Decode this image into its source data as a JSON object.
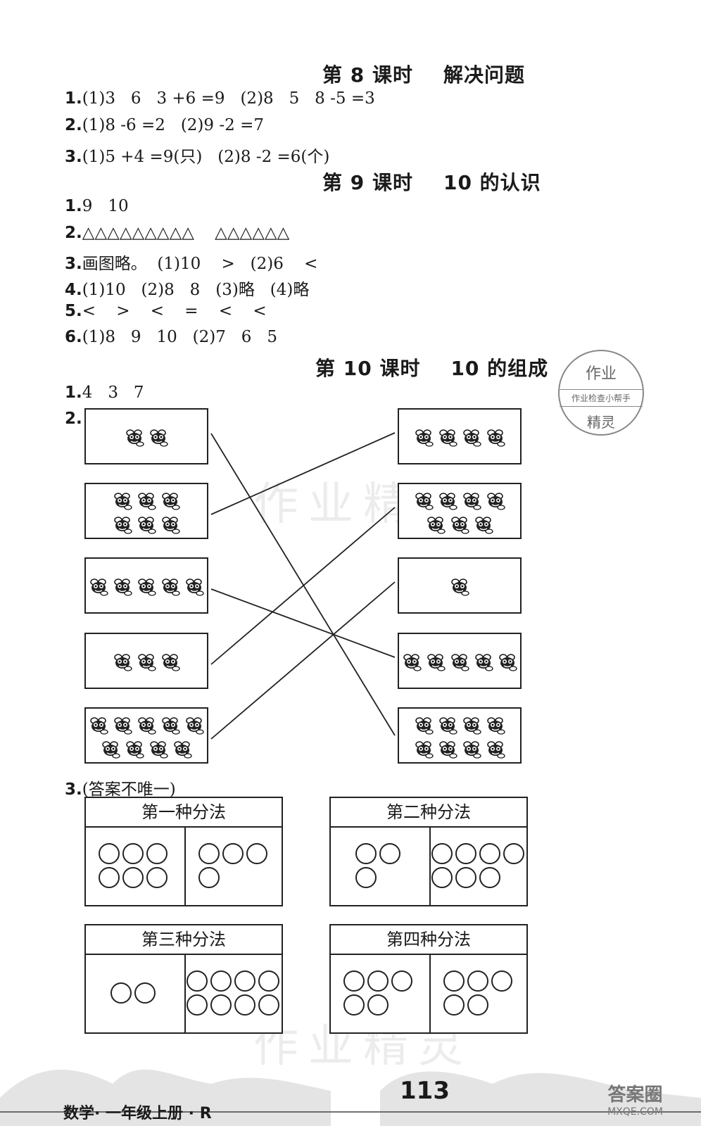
{
  "sections": [
    {
      "heading": "第 8 课时    解决问题",
      "lines": [
        {
          "num": "1.",
          "text": "(1)3   6   3 +6 =9   (2)8   5   8 -5 =3"
        },
        {
          "num": "2.",
          "text": "(1)8 -6 =2   (2)9 -2 =7"
        },
        {
          "num": "3.",
          "text": "(1)5 +4 =9(只)   (2)8 -2 =6(个)"
        }
      ]
    },
    {
      "heading": "第 9 课时    10 的认识",
      "lines": [
        {
          "num": "1.",
          "text": "9   10"
        },
        {
          "num": "2.",
          "text": "△△△△△△△△△    △△△△△△"
        },
        {
          "num": "3.",
          "text": "画图略。  (1)10    >   (2)6    <"
        },
        {
          "num": "4.",
          "text": "(1)10   (2)8   8   (3)略   (4)略"
        },
        {
          "num": "5.",
          "text": "<    >    <    =    <    <"
        },
        {
          "num": "6.",
          "text": "(1)8   9   10   (2)7   6   5"
        }
      ]
    },
    {
      "heading": "第 10 课时    10 的组成",
      "lines": [
        {
          "num": "1.",
          "text": "4   3   7"
        },
        {
          "num": "2.",
          "text": ""
        }
      ]
    }
  ],
  "matching": {
    "left_counts": [
      2,
      6,
      5,
      3,
      9
    ],
    "right_counts": [
      4,
      7,
      1,
      5,
      8
    ],
    "pairs": [
      [
        0,
        4
      ],
      [
        1,
        0
      ],
      [
        2,
        3
      ],
      [
        3,
        1
      ],
      [
        4,
        2
      ]
    ],
    "item_icon": "bee-icon"
  },
  "q3": {
    "num": "3.",
    "note": "(答案不唯一)",
    "methods": [
      {
        "title": "第一种分法",
        "left_count": 6,
        "right_count": 4
      },
      {
        "title": "第二种分法",
        "left_count": 3,
        "right_count": 7
      },
      {
        "title": "第三种分法",
        "left_count": 2,
        "right_count": 8
      },
      {
        "title": "第四种分法",
        "left_count": 5,
        "right_count": 5
      }
    ]
  },
  "stamp": {
    "top": "作业",
    "middle": "作业检查小帮手",
    "bottom": "精灵"
  },
  "watermark": "作业精灵",
  "footer": {
    "title": "数学· 一年级上册 · R",
    "page_number": "113"
  },
  "corner_mark": {
    "line1": "答案圈",
    "line2": "MXQE.COM"
  }
}
